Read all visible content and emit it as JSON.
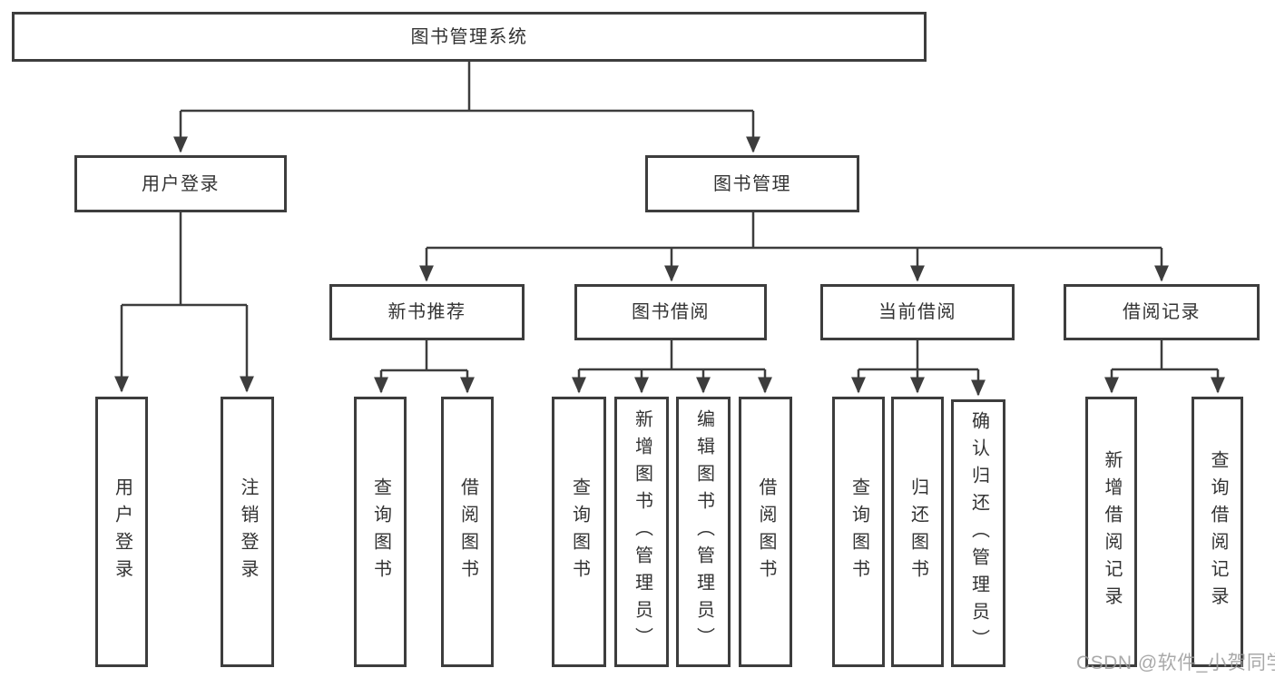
{
  "diagram_title": "图书管理系统",
  "colors": {
    "line": "#3d3d3d",
    "box_border": "#3d3d3d",
    "text": "#333333",
    "watermark": "#9b9b9b",
    "background": "#ffffff"
  },
  "tree": {
    "root": {
      "label": "图书管理系统",
      "children": [
        {
          "label": "用户登录",
          "children": [
            {
              "label": "用户登录"
            },
            {
              "label": "注销登录"
            }
          ]
        },
        {
          "label": "图书管理",
          "children": [
            {
              "label": "新书推荐",
              "children": [
                {
                  "label": "查询图书"
                },
                {
                  "label": "借阅图书"
                }
              ]
            },
            {
              "label": "图书借阅",
              "children": [
                {
                  "label": "查询图书"
                },
                {
                  "label": "新增图书（管理员）"
                },
                {
                  "label": "编辑图书（管理员）"
                },
                {
                  "label": "借阅图书"
                }
              ]
            },
            {
              "label": "当前借阅",
              "children": [
                {
                  "label": "查询图书"
                },
                {
                  "label": "归还图书"
                },
                {
                  "label": "确认归还（管理员）"
                }
              ]
            },
            {
              "label": "借阅记录",
              "children": [
                {
                  "label": "新增借阅记录"
                },
                {
                  "label": "查询借阅记录"
                }
              ]
            }
          ]
        }
      ]
    }
  },
  "watermark": {
    "text": "CSDN @软件_小贺同学"
  }
}
